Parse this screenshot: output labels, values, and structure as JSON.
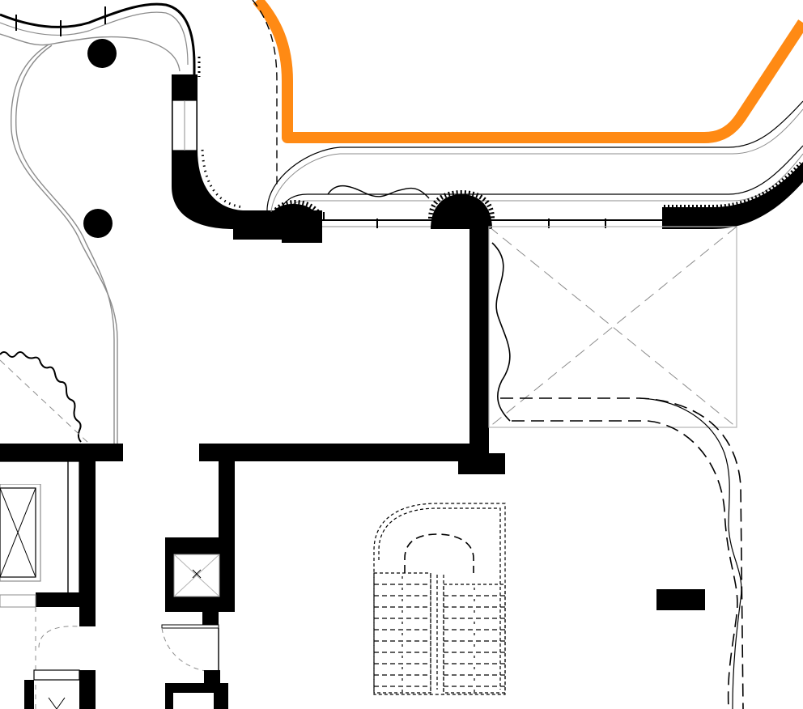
{
  "drawing": {
    "kind": "architectural floor plan",
    "colors": {
      "background": "#ffffff",
      "wall": "#000000",
      "accent_line": "#ff8a14",
      "thin_line": "#8c8c8c",
      "light_line": "#b4b4b4"
    },
    "elements": [
      "orange-accent-route",
      "curved-facade-wall",
      "interior-walls",
      "structural-columns",
      "void-with-cross",
      "elevator-shaft",
      "small-shaft",
      "dashed-ramp-outline",
      "dashed-staircase",
      "door-swings",
      "bench-block"
    ]
  }
}
